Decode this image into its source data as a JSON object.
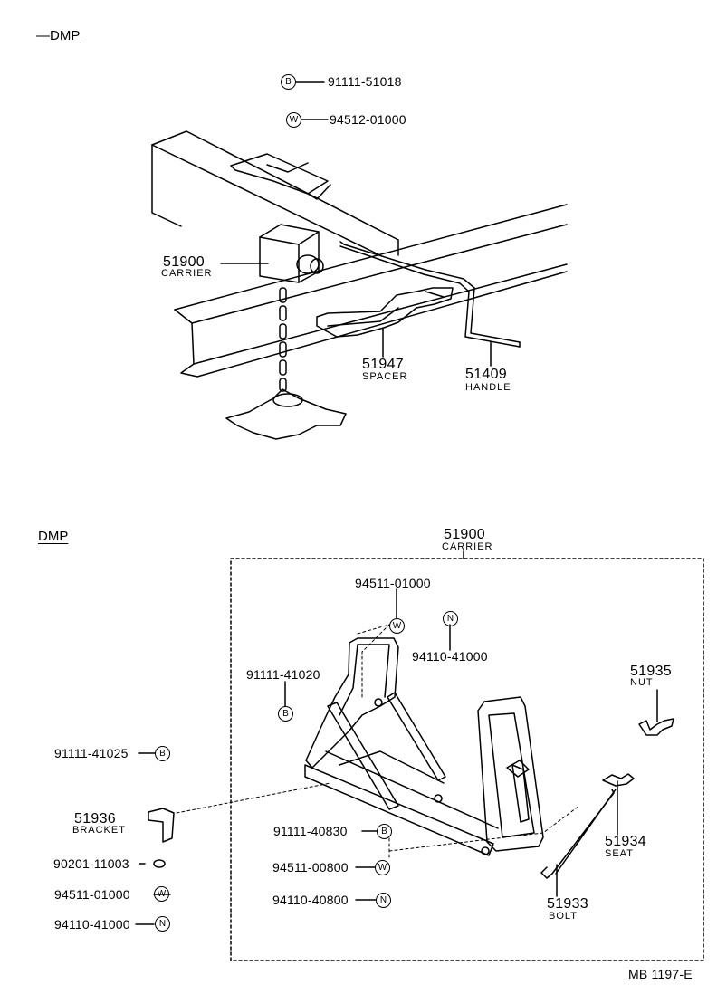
{
  "sections": {
    "top_header": "—DMP",
    "bottom_header": "DMP"
  },
  "symbols": {
    "b": "B",
    "w": "W",
    "n": "N"
  },
  "top": {
    "bolt_part": "91111-51018",
    "washer_part": "94512-01000",
    "carrier_num": "51900",
    "carrier_name": "CARRIER",
    "spacer_num": "51947",
    "spacer_name": "SPACER",
    "handle_num": "51409",
    "handle_name": "HANDLE"
  },
  "bottom": {
    "carrier_num": "51900",
    "carrier_name": "CARRIER",
    "washer_top_part": "94511-01000",
    "nut_top_part": "94110-41000",
    "bolt_top_part": "91111-41020",
    "nut_num": "51935",
    "nut_name": "NUT",
    "left_bolt_part": "91111-41025",
    "bracket_num": "51936",
    "bracket_name": "BRACKET",
    "washer_small_part": "90201-11003",
    "left_washer_part": "94511-01000",
    "left_nut_part": "94110-41000",
    "center_bolt_part": "91111-40830",
    "center_washer_part": "94511-00800",
    "center_nut_part": "94110-40800",
    "seat_num": "51934",
    "seat_name": "SEAT",
    "bolt_num": "51933",
    "bolt_name": "BOLT"
  },
  "footer_code": "MB  1197-E"
}
